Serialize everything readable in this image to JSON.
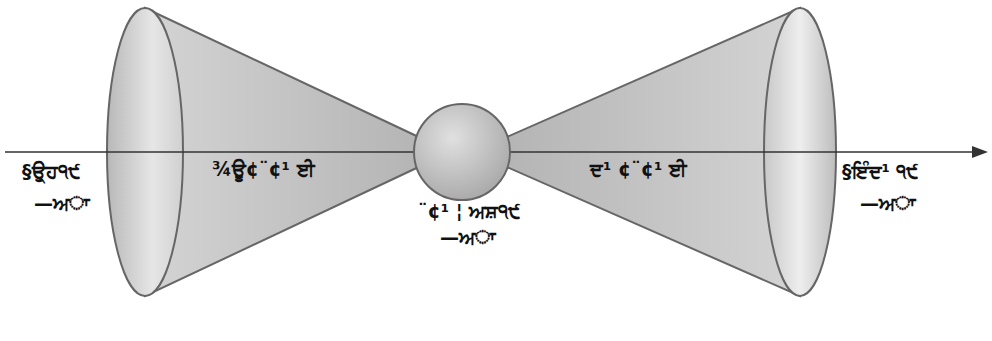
{
  "diagram": {
    "labels": [
      "§ਉ੍ਹ੧੯",
      "—ਅਾ",
      "¾ਊ¢¨¢¹ ਈ",
      "¨¢¹ ¦ ਅਸ਼੧੯",
      "—ਅਾ",
      "ਦ¹ ¢¨¢¹ ਈ",
      "§ਇੰਦ¹ ੧੯",
      "—ਅਾ"
    ]
  }
}
